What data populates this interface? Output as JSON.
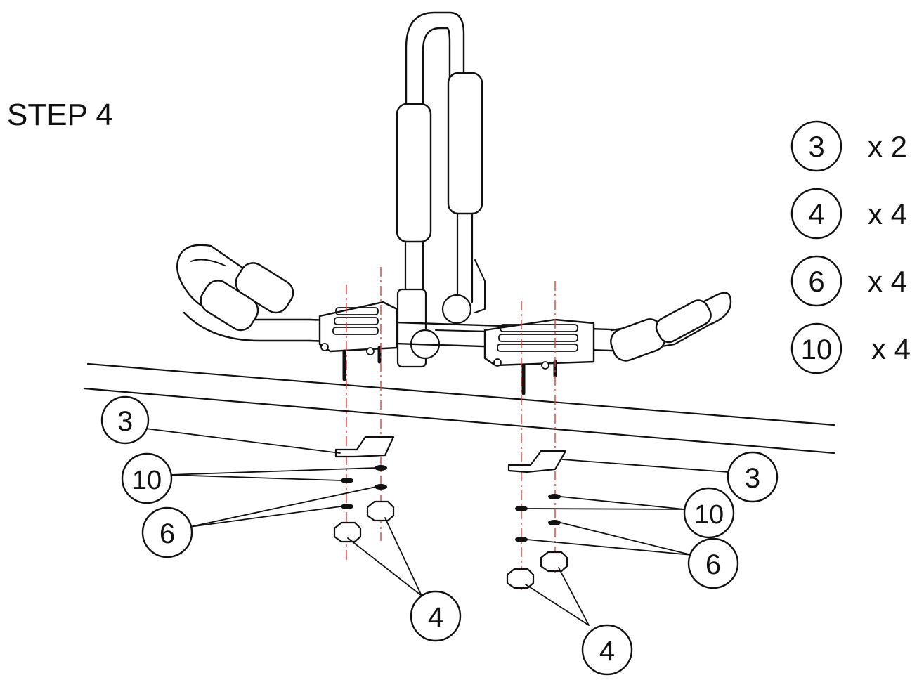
{
  "step_title": "STEP 4",
  "colors": {
    "ink": "#111111",
    "center_line": "#e23b3b",
    "background": "#ffffff"
  },
  "parts_list": [
    {
      "part": "3",
      "qty": "x 2"
    },
    {
      "part": "4",
      "qty": "x 4"
    },
    {
      "part": "6",
      "qty": "x 4"
    },
    {
      "part": "10",
      "qty": "x 4"
    }
  ],
  "callouts": {
    "left_plate": "3",
    "left_washer_a": "10",
    "left_washer_b": "6",
    "left_nut": "4",
    "right_plate": "3",
    "right_washer_a": "10",
    "right_washer_b": "6",
    "right_nut": "4"
  }
}
